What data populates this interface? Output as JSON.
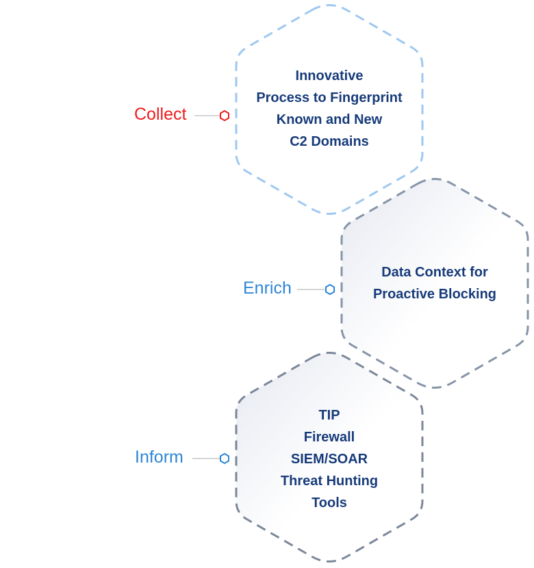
{
  "colors": {
    "collect_label": "#ee1c1c",
    "stage_label": "#2e86d6",
    "hex_text": "#173b7a",
    "hex1_border": "#9ec8f0",
    "hex2_border": "#8694a8",
    "hex3_border": "#7b8799",
    "hex_fill_light": "#ffffff",
    "hex_fill_shade": "#e9ecf3",
    "connector_line": "#c8c8c8",
    "collect_marker": "#ee1c1c",
    "stage_marker": "#2e86d6"
  },
  "stages": [
    {
      "label": "Collect",
      "lines": [
        "Innovative",
        "Process to Fingerprint",
        "Known and New",
        "C2 Domains"
      ]
    },
    {
      "label": "Enrich",
      "lines": [
        "Data Context for",
        "Proactive Blocking"
      ]
    },
    {
      "label": "Inform",
      "lines": [
        "TIP",
        "Firewall",
        "SIEM/SOAR",
        "Threat Hunting",
        "Tools"
      ]
    }
  ]
}
